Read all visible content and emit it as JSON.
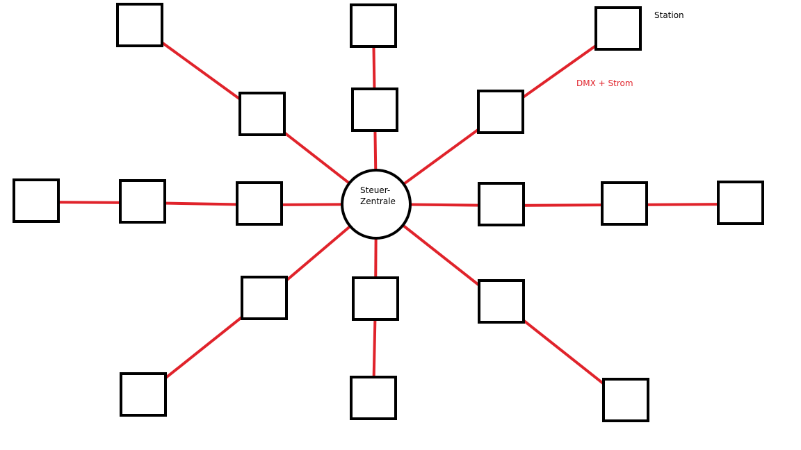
{
  "colors": {
    "link": "#e0232b",
    "node_stroke": "#000000",
    "background": "#ffffff",
    "annotation_text": "#e0232b"
  },
  "hub": {
    "id": "hub",
    "label_line1": "Steuer-",
    "label_line2": "Zentrale"
  },
  "legend": {
    "station": "Station",
    "link": "DMX + Strom"
  },
  "nodes": [
    {
      "id": "nw-1"
    },
    {
      "id": "nw-2"
    },
    {
      "id": "n-1"
    },
    {
      "id": "n-2"
    },
    {
      "id": "ne-1"
    },
    {
      "id": "ne-2"
    },
    {
      "id": "w-1"
    },
    {
      "id": "w-2"
    },
    {
      "id": "w-3"
    },
    {
      "id": "e-1"
    },
    {
      "id": "e-2"
    },
    {
      "id": "e-3"
    },
    {
      "id": "sw-1"
    },
    {
      "id": "sw-2"
    },
    {
      "id": "s-1"
    },
    {
      "id": "s-2"
    },
    {
      "id": "se-1"
    },
    {
      "id": "se-2"
    }
  ],
  "links": [
    [
      "hub",
      "nw-1"
    ],
    [
      "nw-1",
      "nw-2"
    ],
    [
      "hub",
      "n-1"
    ],
    [
      "n-1",
      "n-2"
    ],
    [
      "hub",
      "ne-1"
    ],
    [
      "ne-1",
      "ne-2"
    ],
    [
      "hub",
      "w-1"
    ],
    [
      "w-1",
      "w-2"
    ],
    [
      "w-2",
      "w-3"
    ],
    [
      "hub",
      "e-1"
    ],
    [
      "e-1",
      "e-2"
    ],
    [
      "e-2",
      "e-3"
    ],
    [
      "hub",
      "sw-1"
    ],
    [
      "sw-1",
      "sw-2"
    ],
    [
      "hub",
      "s-1"
    ],
    [
      "s-1",
      "s-2"
    ],
    [
      "hub",
      "se-1"
    ],
    [
      "se-1",
      "se-2"
    ]
  ]
}
